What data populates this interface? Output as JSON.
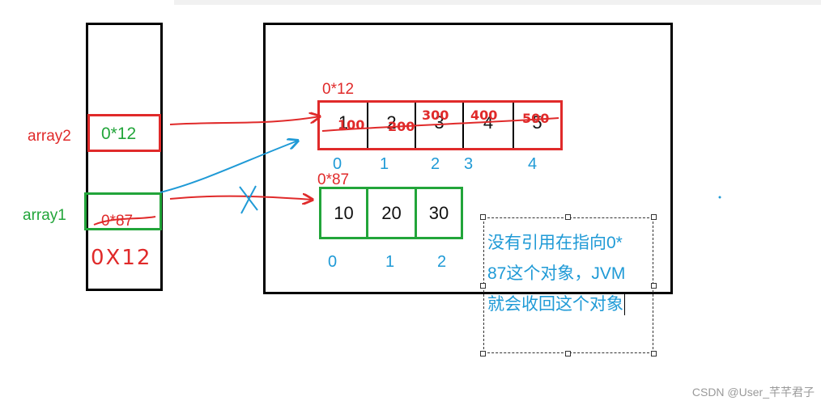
{
  "stack": {
    "vars": [
      {
        "name": "array2",
        "value": "0*12"
      },
      {
        "name": "array1",
        "value": "0*87",
        "new_value": "0X12"
      }
    ]
  },
  "heap": {
    "array_a": {
      "address": "0*12",
      "values": [
        "1",
        "2",
        "3",
        "4",
        "5"
      ],
      "new_values": [
        "100",
        "200",
        "300",
        "400",
        "500"
      ],
      "indices": [
        "0",
        "1",
        "2",
        "3",
        "4"
      ]
    },
    "array_b": {
      "address": "0*87",
      "values": [
        "10",
        "20",
        "30"
      ],
      "indices": [
        "0",
        "1",
        "2"
      ]
    }
  },
  "note": {
    "lines": [
      "没有引用在指向0*",
      "87这个对象，JVM",
      "就会收回这个对象"
    ]
  },
  "watermark": "CSDN @User_芊芊君子",
  "colors": {
    "red": "#e02a2a",
    "green": "#22a53a",
    "blue": "#1f9ad6",
    "black": "#000000"
  }
}
